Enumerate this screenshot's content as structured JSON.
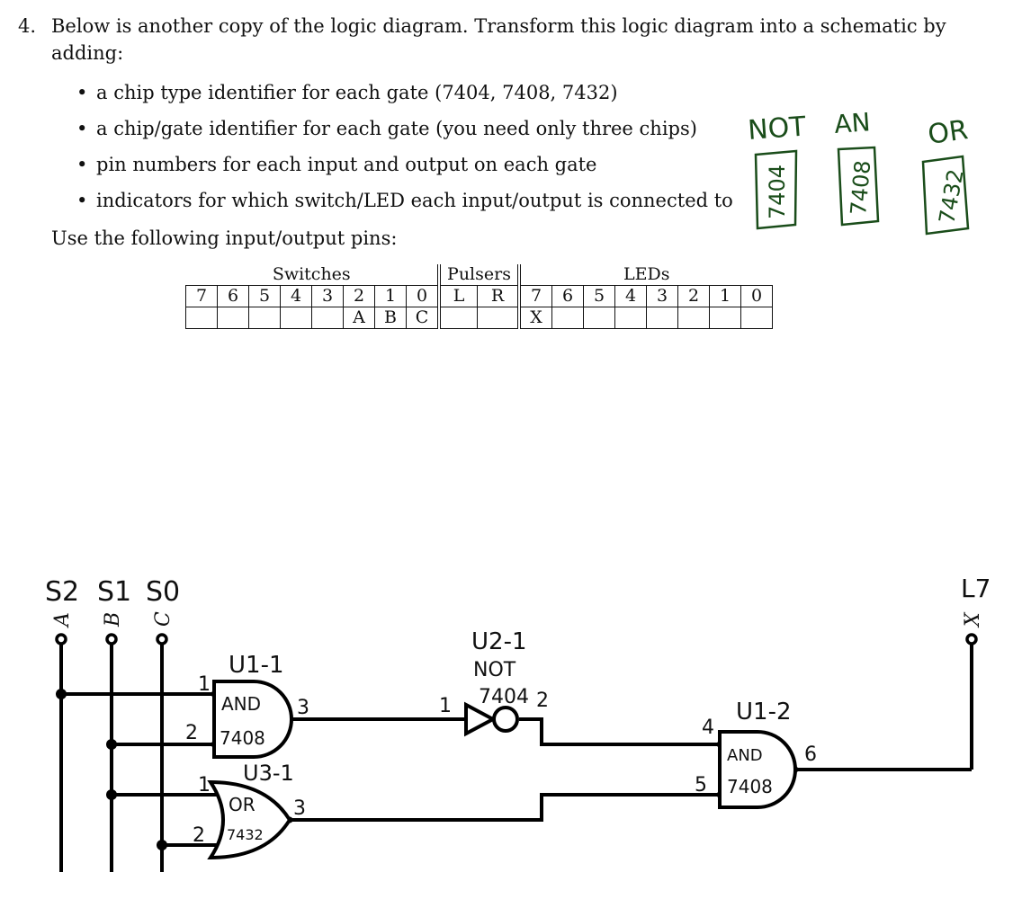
{
  "question": {
    "number": "4.",
    "text": "Below is another copy of the logic diagram. Transform this logic diagram into a schematic by adding:"
  },
  "bullets": [
    "a chip type identifier for each gate (7404, 7408, 7432)",
    "a chip/gate identifier for each gate (you need only three chips)",
    "pin numbers for each input and output on each gate",
    "indicators for which switch/LED each input/output is connected to"
  ],
  "pin_intro": "Use the following input/output pins:",
  "pin_table": {
    "groups": [
      "Switches",
      "Pulsers",
      "LEDs"
    ],
    "switch_cols": [
      "7",
      "6",
      "5",
      "4",
      "3",
      "2",
      "1",
      "0"
    ],
    "pulser_cols": [
      "L",
      "R"
    ],
    "led_cols": [
      "7",
      "6",
      "5",
      "4",
      "3",
      "2",
      "1",
      "0"
    ],
    "switch_vals": [
      "",
      "",
      "",
      "",
      "",
      "A",
      "B",
      "C"
    ],
    "pulser_vals": [
      "",
      ""
    ],
    "led_vals": [
      "X",
      "",
      "",
      "",
      "",
      "",
      "",
      ""
    ]
  },
  "chip_notes": [
    {
      "label": "NOT",
      "chip": "7404"
    },
    {
      "label": "AN",
      "chip": "7408"
    },
    {
      "label": "OR",
      "chip": "7432"
    }
  ],
  "diagram": {
    "inputs": [
      "A",
      "B",
      "C"
    ],
    "output": "X",
    "input_annotations": [
      "S2",
      "S1",
      "S0"
    ],
    "output_annotation": "L7",
    "gates": [
      {
        "id": "U1-1",
        "type": "AND",
        "chip": "7408",
        "in_pins": [
          "1",
          "2"
        ],
        "out_pin": "3"
      },
      {
        "id": "U3-1",
        "type": "OR",
        "chip": "7432",
        "in_pins": [
          "1",
          "2"
        ],
        "out_pin": "3"
      },
      {
        "id": "U2-1",
        "type": "NOT",
        "chip": "7404",
        "in_pins": [
          "1"
        ],
        "out_pin": "2"
      },
      {
        "id": "U1-2",
        "type": "AND",
        "chip": "7408",
        "in_pins": [
          "4",
          "5"
        ],
        "out_pin": "6"
      }
    ]
  }
}
